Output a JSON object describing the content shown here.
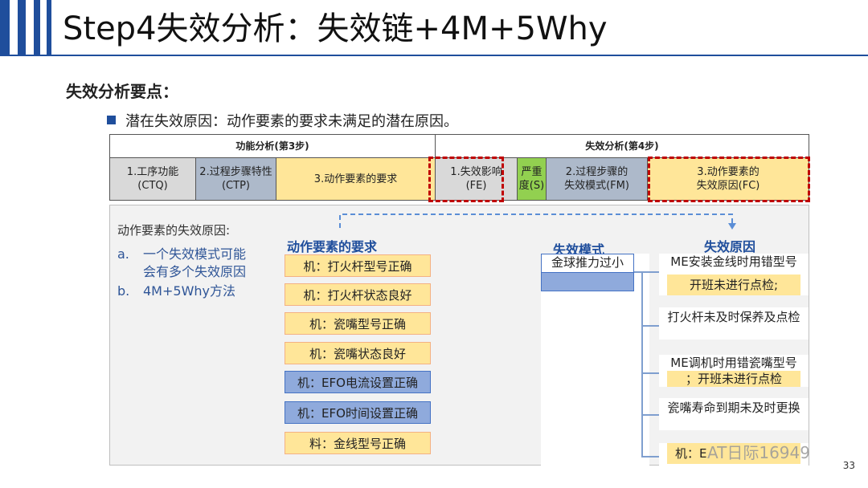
{
  "title": "Step4失效分析：失效链+4M+5Why",
  "subhead": "失效分析要点：",
  "bullet": "潜在失效原因：动作要素的要求未满足的潜在原因。",
  "table": {
    "header_left": "功能分析(第3步)",
    "header_right": "失效分析(第4步)",
    "cells": {
      "c1a": "1.工序功能",
      "c1b": "(CTQ)",
      "c2a": "2.过程步骤特性",
      "c2b": "(CTP)",
      "c3": "3.动作要素的要求",
      "c4a": "1.失效影响",
      "c4b": "(FE)",
      "c5a": "严重",
      "c5b": "度(S)",
      "c6a": "2.过程步骤的",
      "c6b": "失效模式(FM)",
      "c7a": "3.动作要素的",
      "c7b": "失效原因(FC)"
    }
  },
  "panel": {
    "left_title": "动作要素的失效原因:",
    "a_label": "a.",
    "a_line1": "一个失效模式可能",
    "a_line2": "会有多个失效原因",
    "b_label": "b.",
    "b_text": "4M+5Why方法",
    "req_head": "动作要素的要求",
    "mode_head": "失效模式",
    "cause_head": "失效原因",
    "requirements": [
      "机：打火杆型号正确",
      "机：打火杆状态良好",
      "机：瓷嘴型号正确",
      "机：瓷嘴状态良好",
      "机：EFO电流设置正确",
      "机：EFO时间设置正确",
      "料：金线型号正确"
    ],
    "mode": "金球推力过小",
    "causes": {
      "c1a": "ME安装金线时用错型号",
      "c1b": "开班未进行点检;",
      "c2": "打火杆未及时保养及点检",
      "c3a": "ME调机时用错瓷嘴型号",
      "c3b": "；开班未进行点检",
      "c4": "瓷嘴寿命到期未及时更换",
      "c5": "机：E"
    }
  },
  "watermark": "AT日际16949",
  "page_number": "33",
  "colors": {
    "brand_blue": "#1f4e9c",
    "dash_red": "#c00000",
    "yellow": "#ffe699",
    "blue_box": "#8faadc"
  }
}
